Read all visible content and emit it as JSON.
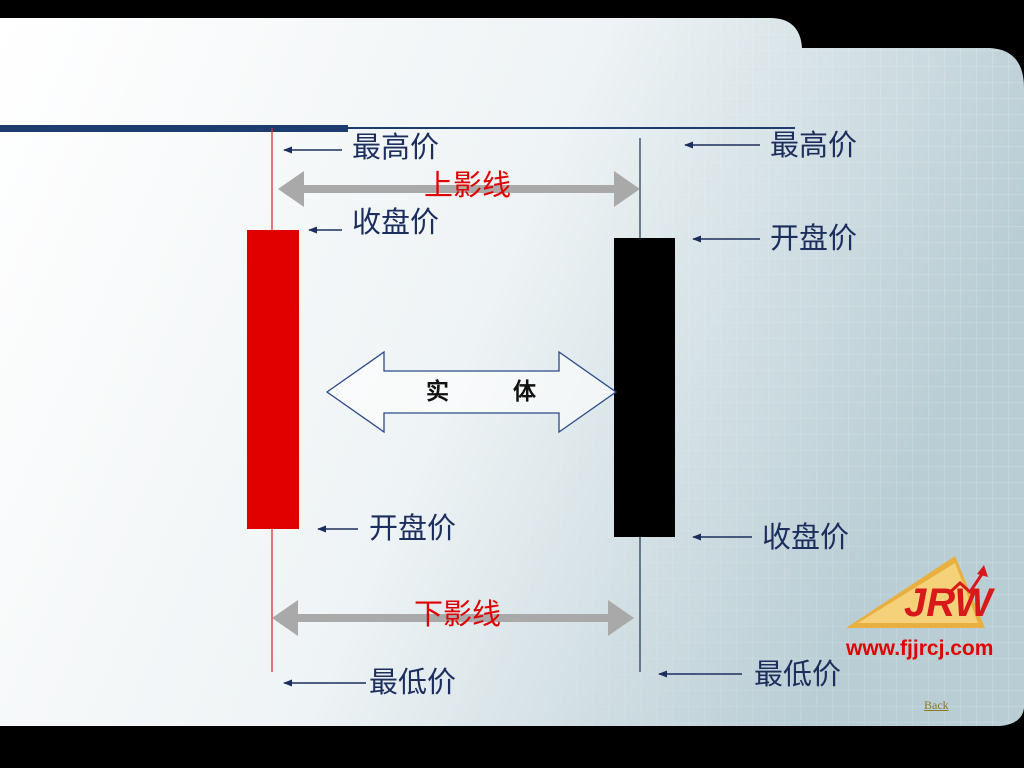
{
  "left_candle": {
    "high_label": "最高价",
    "close_label": "收盘价",
    "open_label": "开盘价",
    "low_label": "最低价",
    "color": "#e00000"
  },
  "right_candle": {
    "high_label": "最高价",
    "open_label": "开盘价",
    "close_label": "收盘价",
    "low_label": "最低价",
    "color": "#000000"
  },
  "upper_shadow_label": "上影线",
  "lower_shadow_label": "下影线",
  "body_label": "实 体",
  "logo": {
    "text": "JRW",
    "url": "www.fjjrcj.com"
  },
  "back_link": "Back"
}
